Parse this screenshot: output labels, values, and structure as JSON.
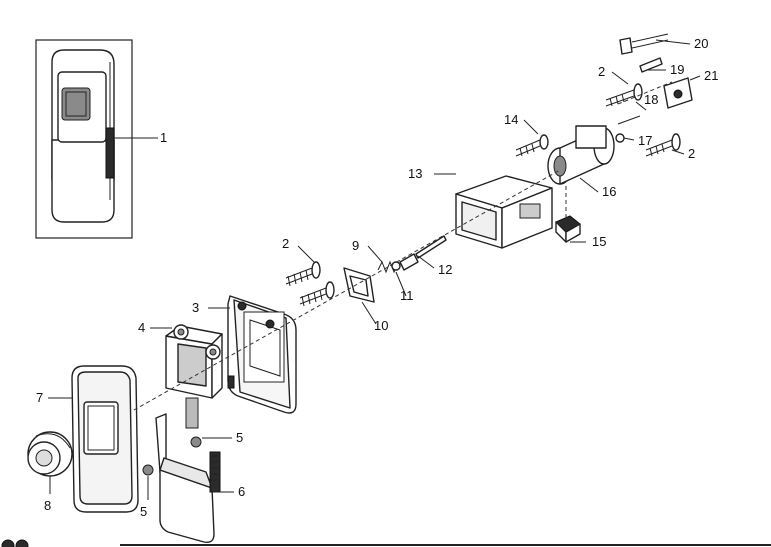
{
  "callouts": {
    "c1": "1",
    "c2a": "2",
    "c2b": "2",
    "c2c": "2",
    "c3": "3",
    "c4": "4",
    "c5a": "5",
    "c5b": "5",
    "c6": "6",
    "c7": "7",
    "c8": "8",
    "c9": "9",
    "c10": "10",
    "c11": "11",
    "c12": "12",
    "c13": "13",
    "c14": "14",
    "c15": "15",
    "c16": "16",
    "c17": "17",
    "c18": "18",
    "c19": "19",
    "c20": "20",
    "c21": "21"
  }
}
